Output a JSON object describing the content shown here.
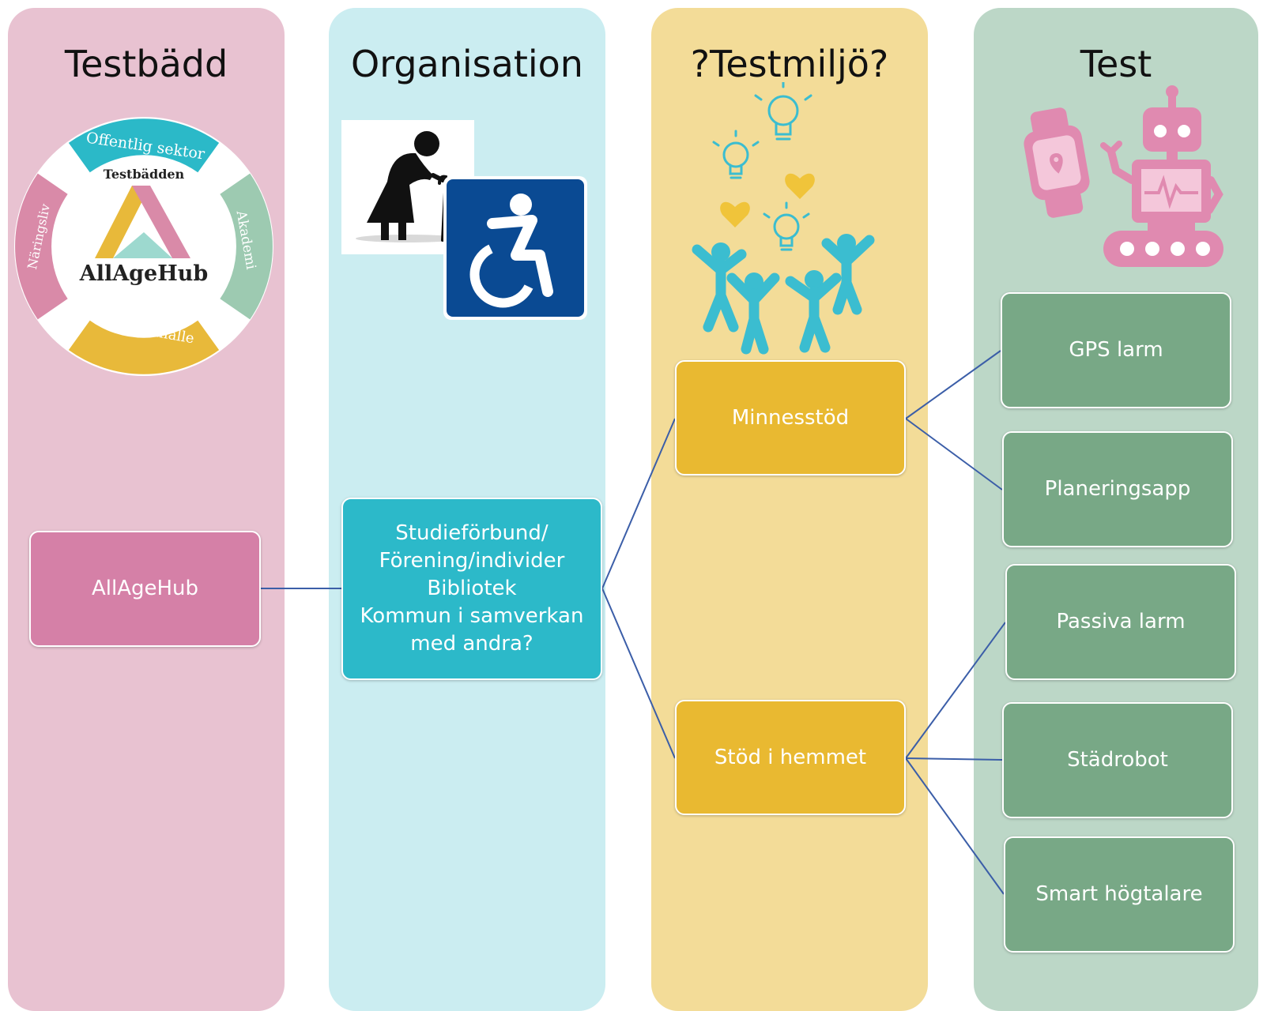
{
  "columns": [
    {
      "title": "Testbädd",
      "color": "#e8c2d1"
    },
    {
      "title": "Organisation",
      "color": "#cbedf1"
    },
    {
      "title": "?Testmiljö?",
      "color": "#f3dc98"
    },
    {
      "title": "Test",
      "color": "#bcd7c7"
    }
  ],
  "logo": {
    "top": "Offentlig sektor",
    "right": "Akademi",
    "bottom": "Civilsamhälle",
    "left": "Näringsliv",
    "inner_top": "Testbädden",
    "name": "AllAgeHub"
  },
  "nodes": {
    "allagehub": "AllAgeHub",
    "organisation": "Studieförbund/\nFörening/individer\nBibliotek\nKommun i samverkan\nmed andra?",
    "minnesstod": "Minnesstöd",
    "stod": "Stöd i hemmet",
    "gps": "GPS larm",
    "planering": "Planeringsapp",
    "passiva": "Passiva larm",
    "stadrobot": "Städrobot",
    "smart": "Smart högtalare"
  },
  "colors": {
    "pink_box": "#d580a7",
    "teal_box": "#2cb9c9",
    "yellow_box": "#e9b931",
    "green_box": "#78a886",
    "connector": "#3b5ea8",
    "illustration_pink": "#e08ab0",
    "illustration_teal": "#3bbdd0",
    "illustration_yellow": "#f0c43a",
    "wheelchair_blue": "#0a4a93"
  },
  "icons": [
    "elderly-person-icon",
    "wheelchair-icon",
    "lightbulb-icon",
    "heart-icon",
    "people-icon",
    "smartwatch-icon",
    "robot-icon"
  ]
}
